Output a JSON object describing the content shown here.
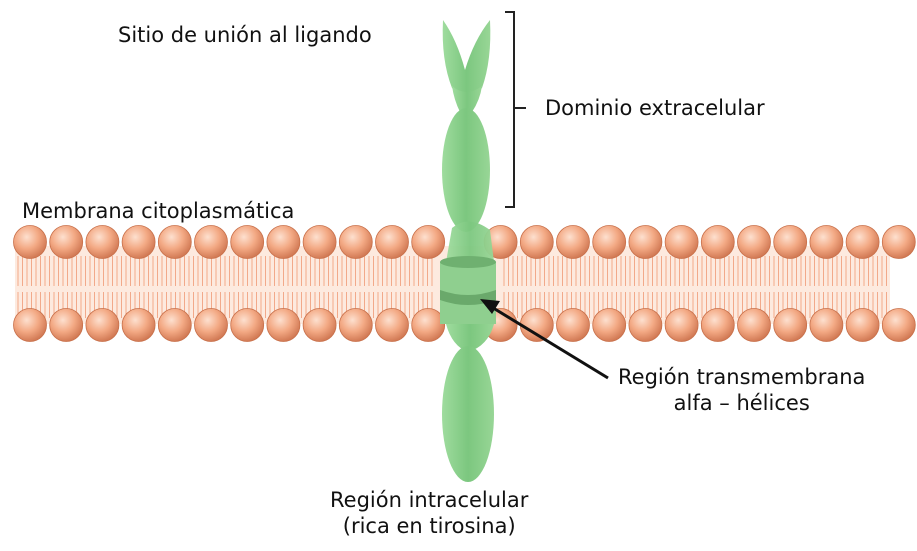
{
  "labels": {
    "ligand_site": "Sitio de unión al ligando",
    "extracellular": "Dominio extracelular",
    "membrane": "Membrana citoplasmática",
    "transmembrane_line1": "Región transmembrana",
    "transmembrane_line2": "alfa – hélices",
    "intracellular_line1": "Región intracelular",
    "intracellular_line2": "(rica en tirosina)"
  },
  "colors": {
    "lipid_head": "#f0a27c",
    "lipid_head_dark": "#c8704a",
    "lipid_tail": "#f2a98a",
    "membrane_fill": "#fde7d8",
    "receptor": "#8fd18f",
    "receptor_dark": "#5fae62",
    "annotation": "#222222"
  }
}
